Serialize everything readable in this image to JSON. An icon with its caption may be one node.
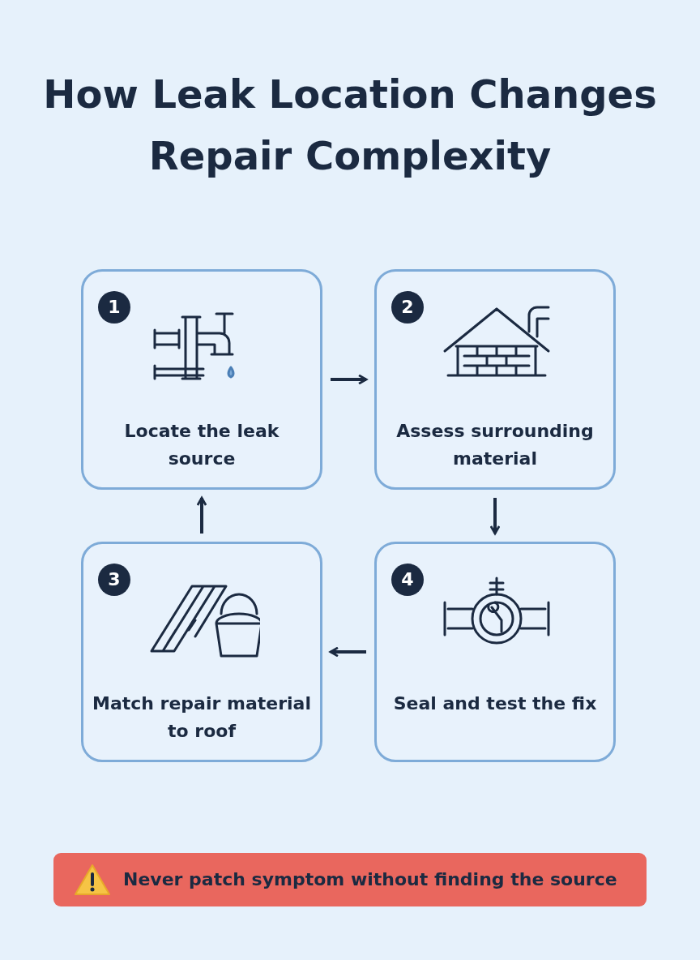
{
  "diagram": {
    "title": "How Leak Location Changes Repair Complexity",
    "nodes": [
      {
        "text": [
          "1",
          "Locate the leak source"
        ]
      },
      {
        "text": [
          "2",
          "Assess surrounding material"
        ]
      },
      {
        "text": [
          "3",
          "Match repair material to roof"
        ]
      },
      {
        "text": [
          "4",
          "Seal and test the fix"
        ]
      },
      {
        "text": [
          "Never patch symptom without finding the source"
        ]
      }
    ],
    "edges": [
      {
        "from": 0,
        "to": 1,
        "arrow": "to"
      },
      {
        "from": 1,
        "to": 3,
        "arrow": "to"
      },
      {
        "from": 3,
        "to": 2,
        "arrow": "to"
      },
      {
        "from": 2,
        "to": 0,
        "arrow": "to"
      }
    ]
  }
}
